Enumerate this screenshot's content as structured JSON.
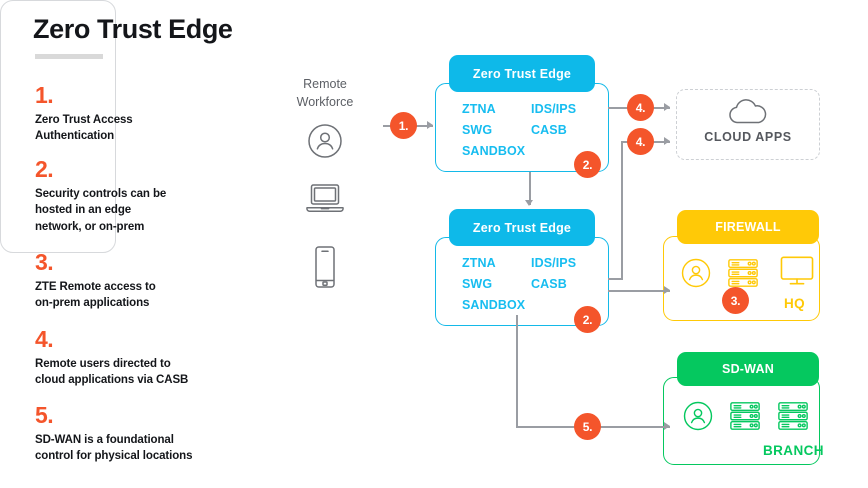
{
  "page": {
    "title": "Zero Trust Edge"
  },
  "legend": {
    "items": [
      {
        "num": "1.",
        "text": "Zero Trust Access\nAuthentication"
      },
      {
        "num": "2.",
        "text": "Security controls can be\nhosted in an edge\nnetwork, or on-prem"
      },
      {
        "num": "3.",
        "text": "ZTE Remote access to\non-prem applications"
      },
      {
        "num": "4.",
        "text": "Remote users directed to\ncloud applications via CASB"
      },
      {
        "num": "5.",
        "text": "SD-WAN is a foundational\ncontrol for physical locations"
      }
    ]
  },
  "diagram": {
    "remote_workforce": {
      "title": "Remote\nWorkforce",
      "icons": [
        "user-circle-icon",
        "laptop-icon",
        "smartphone-icon"
      ]
    },
    "zte_top": {
      "header": "Zero Trust Edge",
      "tags_left": [
        "ZTNA",
        "SWG",
        "SANDBOX"
      ],
      "tags_right": [
        "IDS/IPS",
        "CASB"
      ]
    },
    "zte_bottom": {
      "header": "Zero Trust Edge",
      "tags_left": [
        "ZTNA",
        "SWG",
        "SANDBOX"
      ],
      "tags_right": [
        "IDS/IPS",
        "CASB"
      ]
    },
    "cloud_apps": {
      "label": "CLOUD APPS",
      "icon": "cloud-icon"
    },
    "firewall": {
      "header": "FIREWALL",
      "corner_label": "HQ",
      "icons": [
        "user-circle-icon",
        "server-stack-icon",
        "monitor-icon"
      ]
    },
    "sdwan": {
      "header": "SD-WAN",
      "corner_label": "BRANCH",
      "icons": [
        "user-circle-icon",
        "server-stack-icon",
        "server-stack-icon"
      ]
    },
    "badges": [
      {
        "label": "1."
      },
      {
        "label": "2."
      },
      {
        "label": "4."
      },
      {
        "label": "4."
      },
      {
        "label": "2."
      },
      {
        "label": "3."
      },
      {
        "label": "5."
      }
    ]
  },
  "colors": {
    "accent_orange": "#f4552b",
    "cyan": "#0eb9e9",
    "yellow": "#ffc907",
    "green": "#05c85f",
    "gray_line": "#9a9da3",
    "text_dark": "#14161a"
  }
}
